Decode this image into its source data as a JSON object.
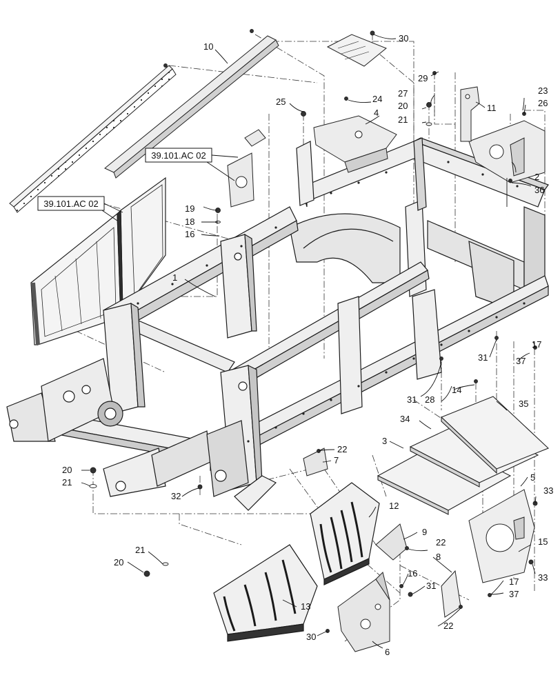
{
  "diagram": {
    "reference_labels": [
      "39.101.AC 02",
      "39.101.AC 02"
    ],
    "callouts": [
      "1",
      "2",
      "3",
      "4",
      "5",
      "6",
      "7",
      "8",
      "9",
      "10",
      "11",
      "12",
      "13",
      "14",
      "15",
      "16",
      "16",
      "17",
      "17",
      "18",
      "19",
      "20",
      "20",
      "20",
      "21",
      "21",
      "21",
      "22",
      "22",
      "22",
      "23",
      "24",
      "25",
      "26",
      "27",
      "28",
      "29",
      "30",
      "30",
      "31",
      "31",
      "31",
      "32",
      "33",
      "33",
      "34",
      "35",
      "36",
      "37",
      "37"
    ]
  },
  "colors": {
    "line": "#1a1a1a",
    "part_fill": "#e9e9e9",
    "dark_fill": "#3a3a3a"
  }
}
